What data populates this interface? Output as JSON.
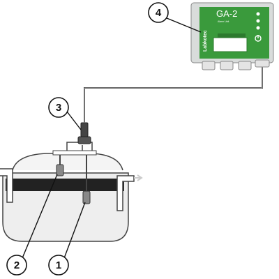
{
  "device": {
    "brand": "Labkotec",
    "model": "GA-2",
    "subtitle": "Alarm Unit",
    "colors": {
      "green": "#3a9a3c",
      "panel": "#d9dcdb",
      "window": "#ffffff"
    }
  },
  "callouts": [
    {
      "number": "1",
      "meaning": "lower sensor"
    },
    {
      "number": "2",
      "meaning": "upper sensor"
    },
    {
      "number": "3",
      "meaning": "cable junction"
    },
    {
      "number": "4",
      "meaning": "control unit"
    }
  ],
  "colors": {
    "tank_fill": "#eeeeee",
    "tank_liquid_band": "#222222",
    "cable": "#333333",
    "flow_arrow": "#cccccc"
  },
  "icons": [
    "flow-arrow-icon",
    "power-icon"
  ]
}
